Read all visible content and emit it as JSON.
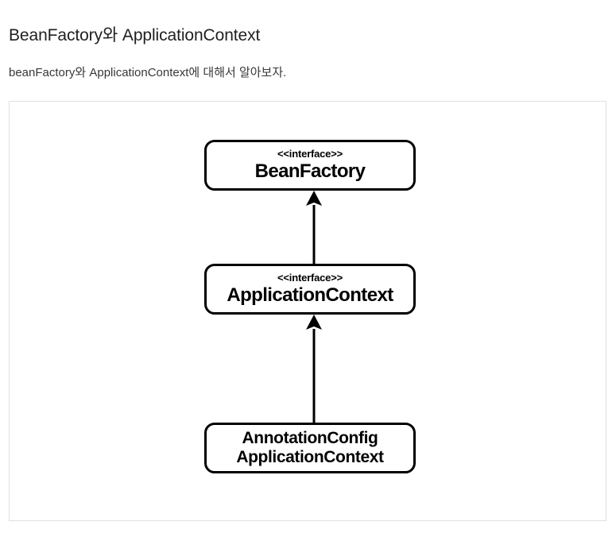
{
  "page": {
    "title": "BeanFactory와 ApplicationContext",
    "subtitle": "beanFactory와 ApplicationContext에 대해서 알아보자."
  },
  "colors": {
    "heading": "#1f1f1f",
    "body_text": "#37383a",
    "diagram_stroke": "#000000",
    "frame_border": "#e0e0e0",
    "background": "#ffffff"
  },
  "figure": {
    "type": "uml-class-diagram",
    "nodes": [
      {
        "id": "beanfactory",
        "stereotype": "<<interface>>",
        "name": "BeanFactory",
        "kind": "interface"
      },
      {
        "id": "applicationcontext",
        "stereotype": "<<interface>>",
        "name": "ApplicationContext",
        "kind": "interface"
      },
      {
        "id": "annotationconfigapplicationcontext",
        "stereotype": "",
        "name_line1": "AnnotationConfig",
        "name_line2": "ApplicationContext",
        "kind": "class"
      }
    ],
    "edges": [
      {
        "id": "ac-to-bf",
        "from": "applicationcontext",
        "to": "beanfactory",
        "relation": "generalization",
        "arrowhead": "solid-triangle",
        "direction": "up"
      },
      {
        "id": "acac-to-ac",
        "from": "annotationconfigapplicationcontext",
        "to": "applicationcontext",
        "relation": "generalization",
        "arrowhead": "solid-triangle",
        "direction": "up"
      }
    ]
  }
}
